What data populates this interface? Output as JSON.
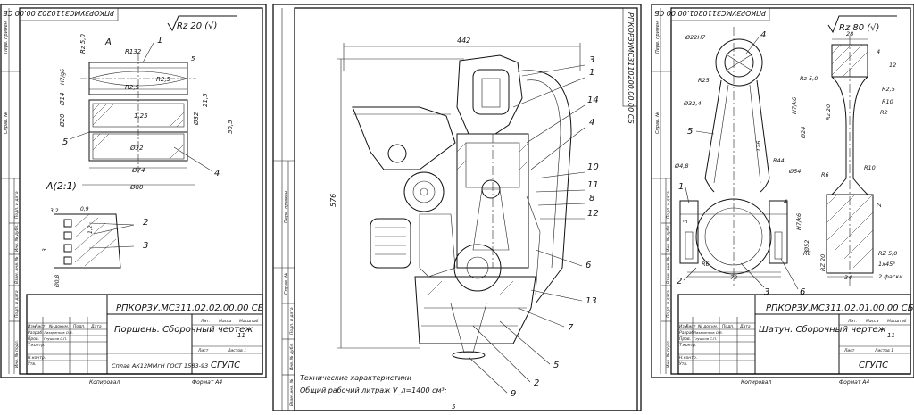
{
  "sheet_left": {
    "code_rotated": "РПКОРЗУМС3110202.00.00 СБ",
    "roughness": "Rz 20 (√)",
    "view_label": "A",
    "detail_label": "A(2:1)",
    "dims": [
      "R132",
      "Rz 5,0",
      "H7/g6",
      "Ø14",
      "R2,5",
      "R2,5",
      "21,5",
      "5",
      "Ø32",
      "Ø20",
      "1,25",
      "50,5",
      "Ø32",
      "Ø74",
      "Ø80",
      "3,2",
      "0,9",
      "1,2",
      "3",
      "Ø0,8"
    ],
    "callouts": [
      "1",
      "5",
      "4",
      "2",
      "3"
    ],
    "title_code": "РПКОРЗУ.МС311.02.02.00.00 СБ",
    "title_name": "Поршень. Сборочный чертеж",
    "material": "Сплав АК12ММгН ГОСТ 1583-93",
    "org": "СГУПС",
    "sheet_num": "11",
    "copied": "Копировал",
    "format": "Формат А4",
    "head_cells": [
      "Изм",
      "Лист",
      "№ докум.",
      "Подп.",
      "Дата"
    ],
    "role_cells": [
      "Разраб.",
      "Пров.",
      "Т.контр.",
      "Н.контр.",
      "Утв."
    ],
    "names": [
      "Лазаренков О.В.",
      "Глушков С.П."
    ],
    "cols": [
      "Лит.",
      "Масса",
      "Масштаб"
    ],
    "sheets": [
      "Лист",
      "Листов 1"
    ],
    "side_cells": [
      "Перв. примен.",
      "Справ. №",
      "Подп. и дата",
      "Инв. № дубл.",
      "Взам. инв. №",
      "Подп. и дата",
      "Инв. № подл."
    ]
  },
  "sheet_middle": {
    "code_rotated": "РПКОРЗУМС3110200.00.00 СБ",
    "dims": [
      "442",
      "576"
    ],
    "callouts": [
      "3",
      "1",
      "14",
      "4",
      "10",
      "11",
      "8",
      "12",
      "6",
      "13",
      "7",
      "5",
      "2",
      "9"
    ],
    "notes": [
      "Технические характеристики",
      "Общий рабочий литраж V_л=1400 см³;",
      "5"
    ],
    "side_cells": [
      "Перв. примен.",
      "Справ. №",
      "Подп. и дата",
      "Инв. № дубл.",
      "Взам. инв. №",
      "Подп. и дата",
      "Инв. № подл."
    ]
  },
  "sheet_right": {
    "code_rotated": "РПКОРЗУМС3110201.00.00 СБ",
    "roughness": "Rz 80 (√)",
    "dims": [
      "Ø22H7",
      "Ø32,4",
      "R25",
      "Rz 5,0",
      "R2,5",
      "R10",
      "R2",
      "R44",
      "Ø54",
      "126",
      "H7/k6",
      "Ø24",
      "Rz 20",
      "R6",
      "R6",
      "R10",
      "H7/k6",
      "Ø52",
      "Ø4,8",
      "72",
      "R6",
      "34",
      "1x45°",
      "2 фаски",
      "RZ 5,0",
      "RZ 20",
      "28",
      "4",
      "12",
      "2",
      "3",
      "4"
    ],
    "callouts": [
      "4",
      "5",
      "1",
      "2",
      "3",
      "6"
    ],
    "title_code": "РПКОРЗУ.МС311.02.01.00.00 СБ",
    "title_name": "Шатун. Сборочный чертеж",
    "org": "СГУПС",
    "sheet_num": "11",
    "copied": "Копировал",
    "format": "Формат А4",
    "head_cells": [
      "Изм",
      "Лист",
      "№ докум.",
      "Подп.",
      "Дата"
    ],
    "role_cells": [
      "Разраб.",
      "Пров.",
      "Т.контр.",
      "Н.контр.",
      "Утв."
    ],
    "names": [
      "Лазаренков О.В.",
      "Глушков С.П."
    ],
    "cols": [
      "Лит.",
      "Масса",
      "Масштаб"
    ],
    "sheets": [
      "Лист",
      "Листов 1"
    ],
    "side_cells": [
      "Перв. примен.",
      "Справ. №",
      "Подп. и дата",
      "Инв. № дубл.",
      "Взам. инв. №",
      "Подп. и дата",
      "Инв. № подл."
    ]
  }
}
